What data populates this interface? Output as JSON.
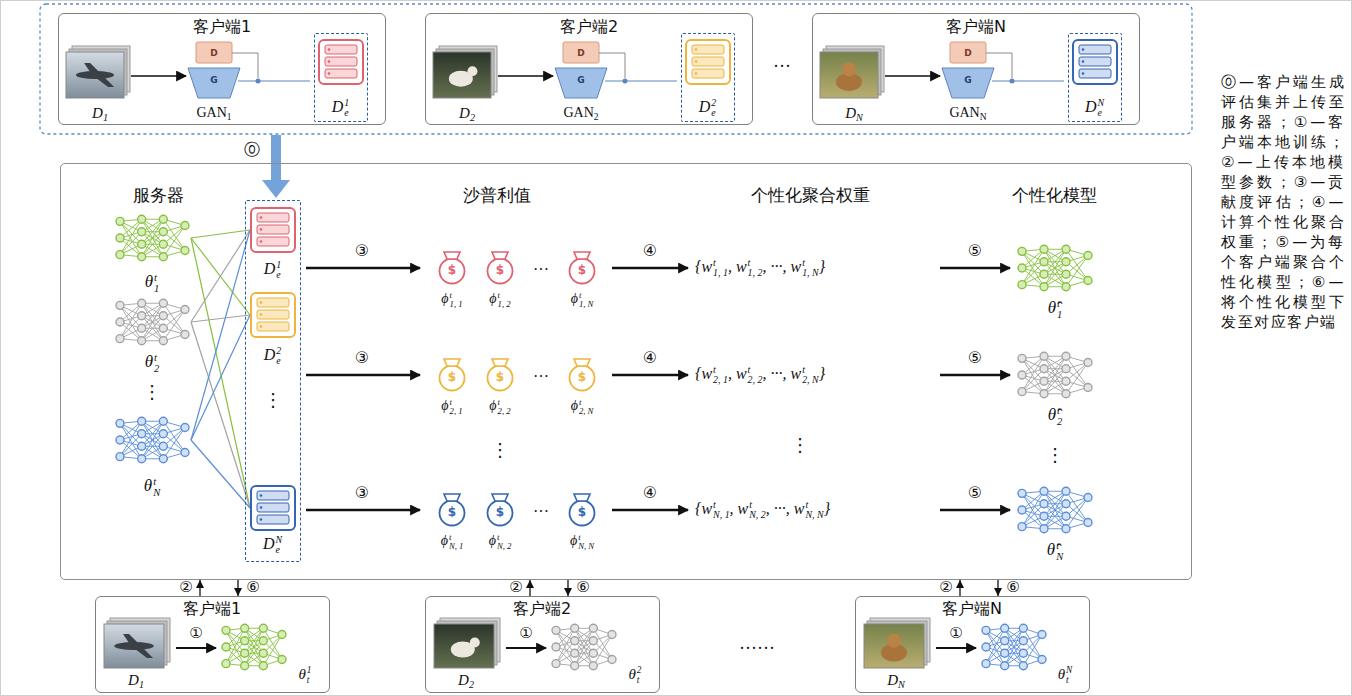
{
  "diagram": {
    "nodes": [
      {
        "text": [
          "客户端1"
        ]
      },
      {
        "text": [
          "De1"
        ],
        "in": 0
      },
      {
        "text": [
          "客户端2"
        ]
      },
      {
        "text": [
          "De2"
        ],
        "in": 2
      },
      {
        "text": [
          "客户端N"
        ]
      },
      {
        "text": [
          "DeN"
        ],
        "in": 4
      },
      {
        "text": [
          "服务器"
        ]
      },
      {
        "text": [
          "De1",
          "De2",
          "DeN"
        ],
        "in": 6
      },
      {
        "text": [
          "客户端1"
        ]
      },
      {
        "text": [
          "客户端2"
        ]
      },
      {
        "text": [
          "客户端N"
        ]
      }
    ],
    "edges": [
      {
        "from": 8,
        "to": 6,
        "arrow": "to",
        "label": "②"
      },
      {
        "from": 6,
        "to": 8,
        "arrow": "to",
        "label": "⑥"
      },
      {
        "from": 9,
        "to": 6,
        "arrow": "to",
        "label": "②"
      },
      {
        "from": 6,
        "to": 9,
        "arrow": "to",
        "label": "⑥"
      },
      {
        "from": 10,
        "to": 6,
        "arrow": "to",
        "label": "②"
      },
      {
        "from": 6,
        "to": 10,
        "arrow": "to",
        "label": "⑥"
      }
    ],
    "labels": [
      "D1",
      "D",
      "G",
      "GAN1",
      "D2",
      "D",
      "G",
      "GAN2",
      "DN",
      "D",
      "G",
      "GANN",
      "···",
      "⓪",
      "θ1t",
      "θ2t",
      "⋮",
      "θNt",
      "⋮",
      "沙普利值",
      "个性化聚合权重",
      "个性化模型",
      "③",
      "$",
      "ϕ1, 1t",
      "$",
      "ϕ1, 2t",
      "···",
      "$",
      "ϕ1, Nt",
      "④",
      "{w1, 1t, w1, 2t, ···, w1, Nt}",
      "⑤",
      "θ̂1t",
      "③",
      "$",
      "ϕ2, 1t",
      "$",
      "ϕ2, 2t",
      "···",
      "$",
      "ϕ2, Nt",
      "④",
      "{w2, 1t, w2, 2t, ···, w2, Nt}",
      "⑤",
      "θ̂2t",
      "③",
      "$",
      "ϕN, 1t",
      "$",
      "ϕN, 2t",
      "···",
      "$",
      "ϕN, Nt",
      "④",
      "{wN, 1t, wN, 2t, ···, wN, Nt}",
      "⑤",
      "θ̂Nt",
      "⋮",
      "⋮",
      "⋮",
      "①",
      "D1",
      "θt1",
      "①",
      "D2",
      "θt2",
      "①",
      "DN",
      "θtN",
      "······",
      "⓪—客户端生成评估集并上传至服务器；①—客户端本地训练；②—上传本地模型参数；③—贡献度评估；④—计算个性化聚合权重；⑤—为每个客户端聚合个性化模型；⑥—将个性化模型下发至对应客户端"
    ]
  }
}
